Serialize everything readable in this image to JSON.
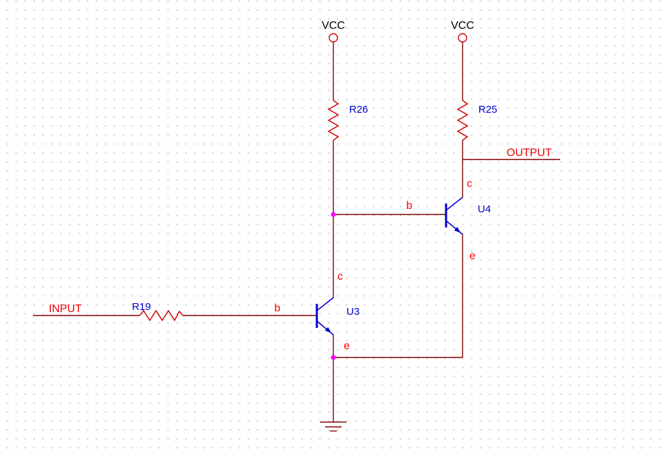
{
  "schematic": {
    "type": "two-stage-npn-transistor-circuit",
    "background": {
      "grid": "dotted"
    },
    "colors": {
      "wire": "#800000",
      "symbol_red": "#d40000",
      "net_label": "#ee0000",
      "pin_label": "#ff0000",
      "ref_label": "#0000cc",
      "power_text": "#000000",
      "transistor": "#0000cc",
      "junction": "#ff00ff",
      "grid_dot": "#c9c9c9",
      "bg": "#ffffff"
    },
    "power_ports": [
      {
        "id": "vcc-left",
        "name": "VCC"
      },
      {
        "id": "vcc-right",
        "name": "VCC"
      }
    ],
    "net_labels": [
      {
        "id": "input",
        "name": "INPUT"
      },
      {
        "id": "output",
        "name": "OUTPUT"
      }
    ],
    "resistors": [
      {
        "ref": "R19",
        "orientation": "horizontal"
      },
      {
        "ref": "R26",
        "orientation": "vertical"
      },
      {
        "ref": "R25",
        "orientation": "vertical"
      }
    ],
    "transistors": [
      {
        "ref": "U3",
        "type": "NPN",
        "pins": {
          "base": "b",
          "collector": "c",
          "emitter": "e"
        }
      },
      {
        "ref": "U4",
        "type": "NPN",
        "pins": {
          "base": "b",
          "collector": "c",
          "emitter": "e"
        }
      }
    ],
    "ground": {
      "type": "power-ground"
    }
  }
}
